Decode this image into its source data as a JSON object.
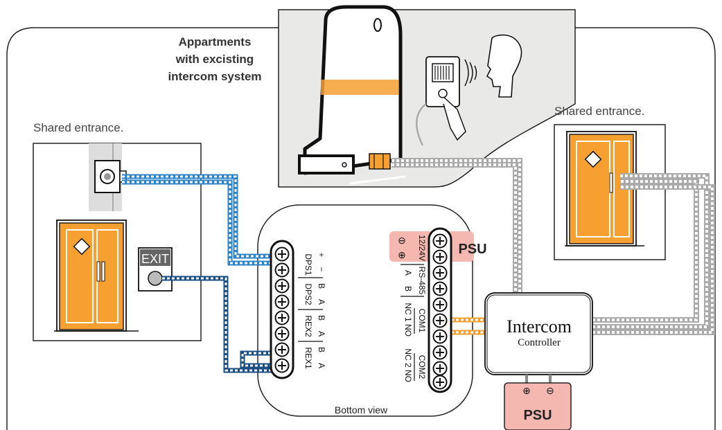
{
  "apartment": {
    "title_line1": "Appartments",
    "title_line2": "with excisting",
    "title_line3": "intercom system"
  },
  "left_entrance": {
    "label": "Shared entrance.",
    "exit_label": "EXIT"
  },
  "right_entrance": {
    "label": "Shared entrance."
  },
  "module": {
    "caption": "Bottom view",
    "left_terminals": [
      {
        "group": "DPS1",
        "pins": [
          "−",
          "+"
        ]
      },
      {
        "group": "DPS2",
        "pins": [
          "A",
          "B"
        ]
      },
      {
        "group": "REX2",
        "pins": [
          "A",
          "B"
        ]
      },
      {
        "group": "REX1",
        "pins": [
          "A",
          "B"
        ]
      }
    ],
    "right_terminals": [
      {
        "group": "12/24V",
        "pins": [
          "⊖",
          "⊕"
        ]
      },
      {
        "group": "RS-485",
        "pins": [
          "A",
          "B"
        ]
      },
      {
        "group": "COM1",
        "pins": [
          "NC 1",
          "NO"
        ]
      },
      {
        "group": "COM2",
        "pins": [
          "NC 2",
          "NO"
        ]
      }
    ],
    "psu_label": "PSU"
  },
  "controller": {
    "name_line1": "Intercom",
    "name_line2": "Controller",
    "psu_label": "PSU",
    "psu_plus": "⊕",
    "psu_minus": "⊖"
  },
  "colors": {
    "orange": "#f5a031",
    "psu_pink": "#f4b8b0",
    "wire_blue": "#2d83c5",
    "wire_grey": "#c8c8c8",
    "wire_orange": "#f0a030",
    "panel_grey": "#e9e9e7"
  }
}
